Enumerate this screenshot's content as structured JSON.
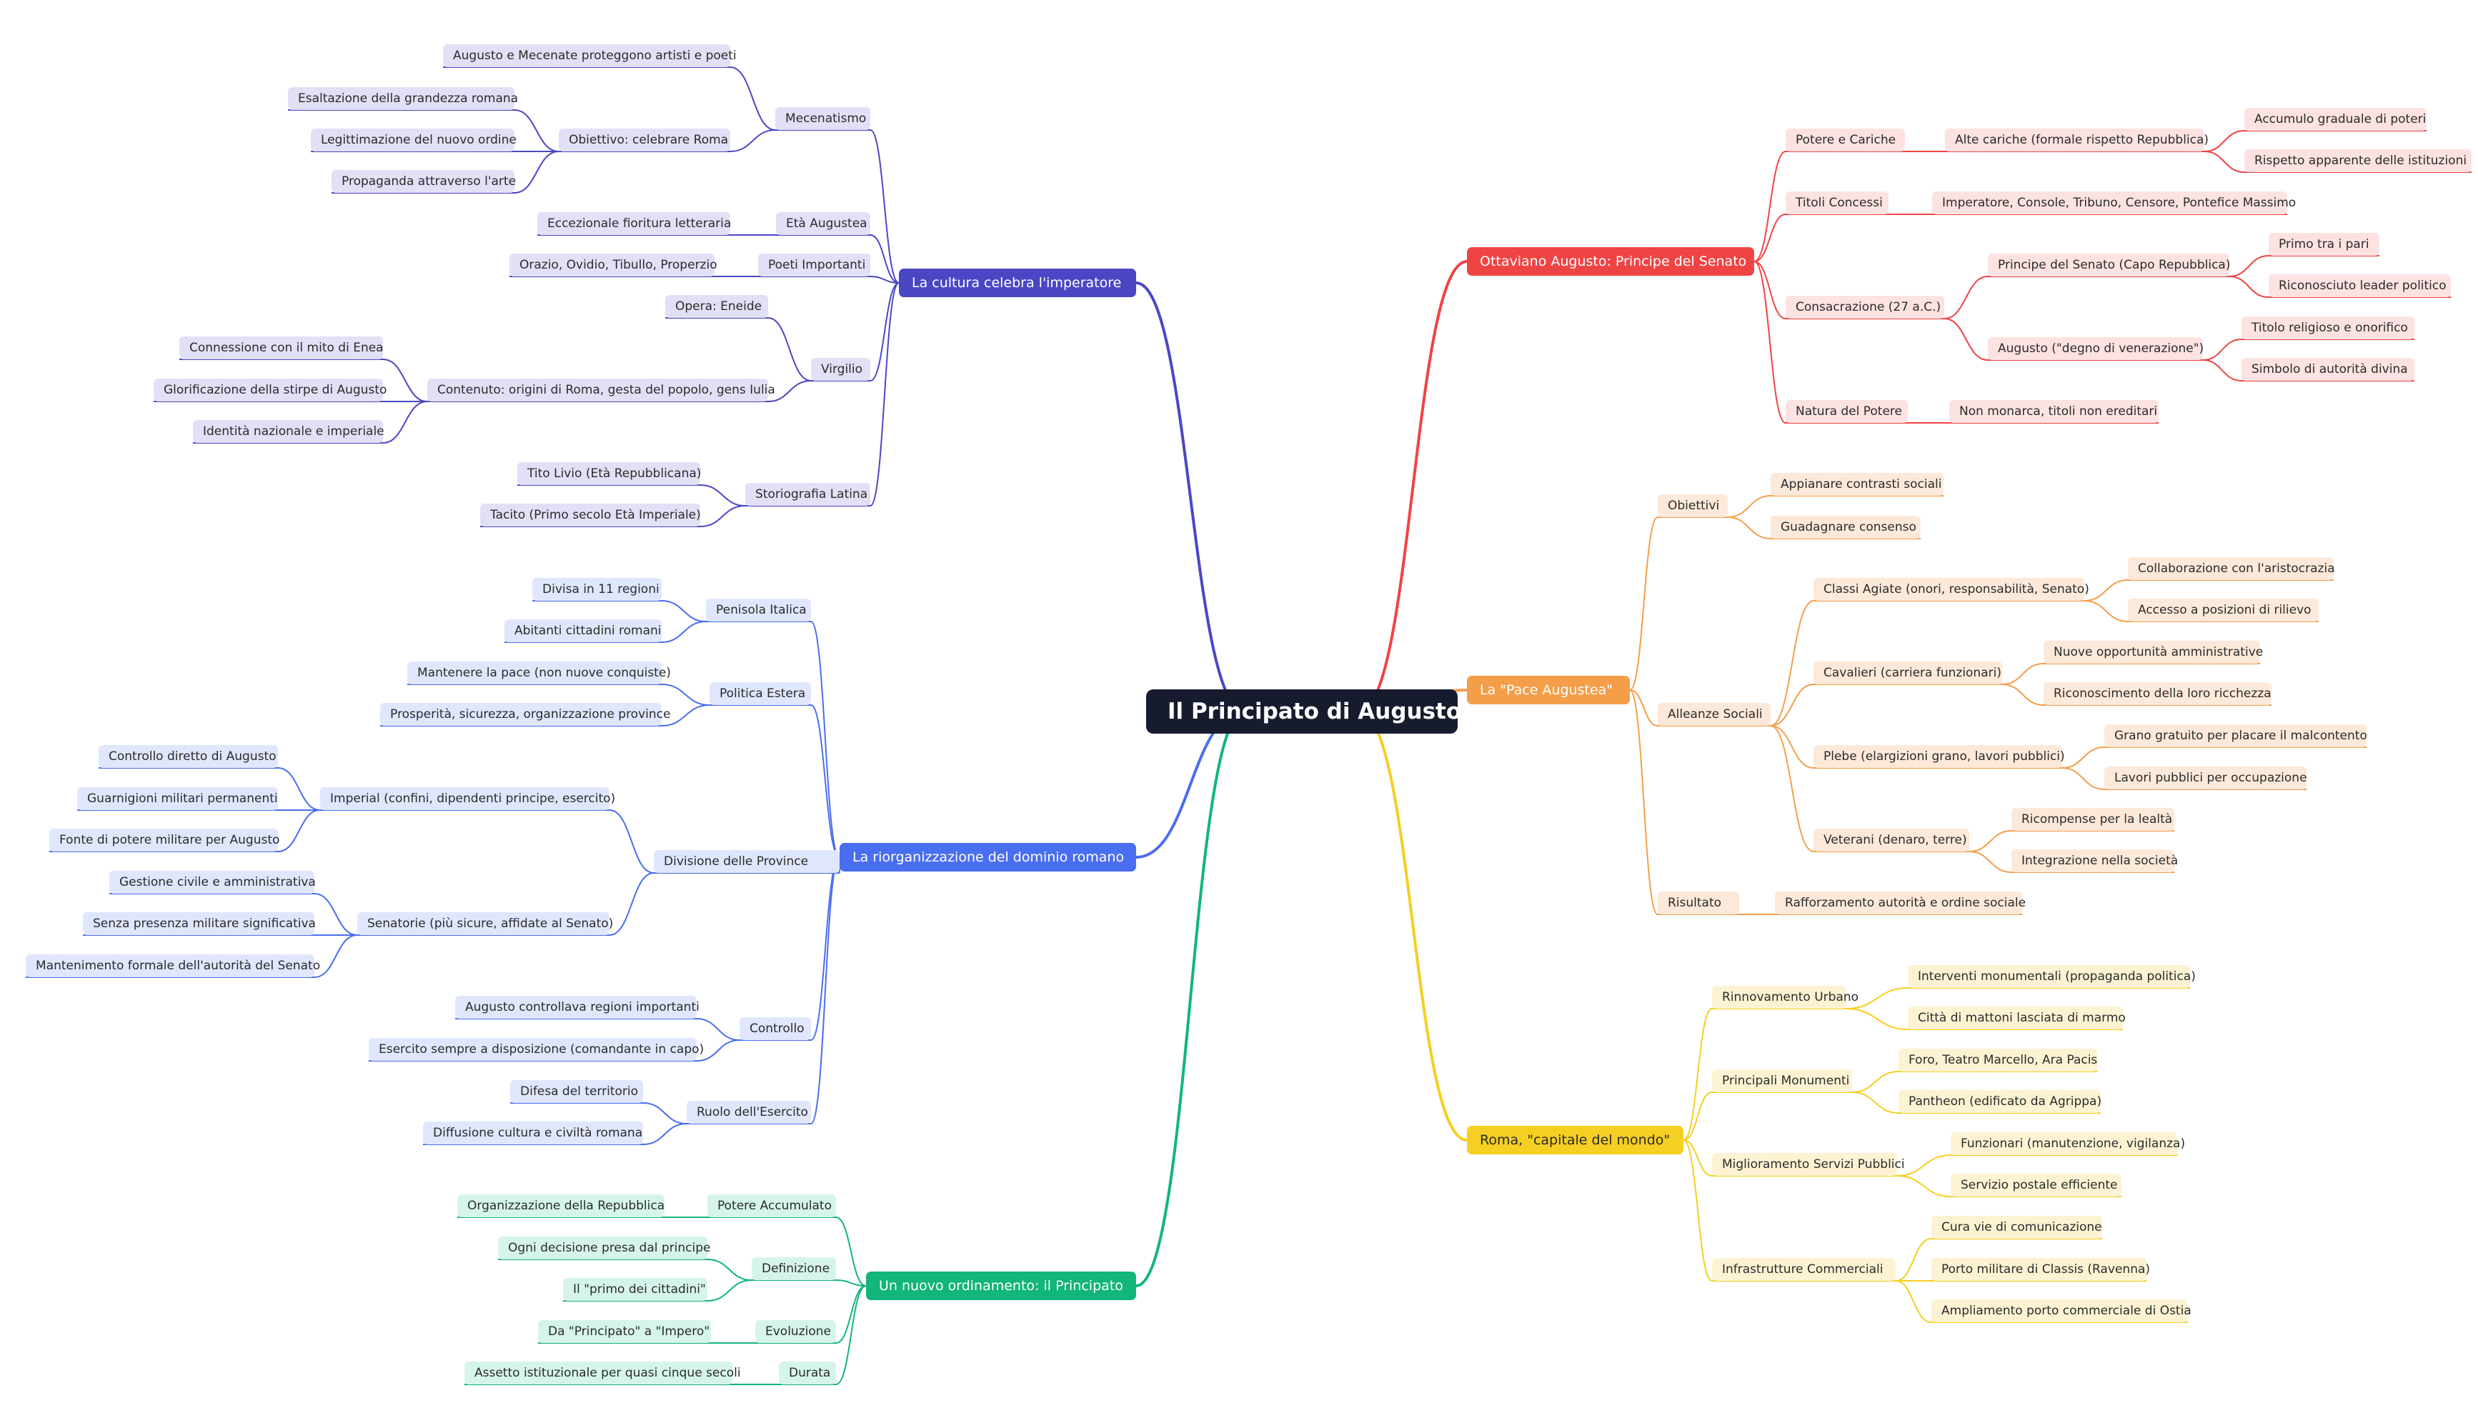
{
  "colors": {
    "root": "#161b2e",
    "red": "#ef4444",
    "red_light": "#fde2e2",
    "orange": "#f59e4a",
    "orange_light": "#fde9d9",
    "yellow": "#f5cf22",
    "yellow_light": "#fdf3d3",
    "indigo": "#4b47c4",
    "indigo_light": "#e2e0f6",
    "blue": "#4a6ef0",
    "blue_light": "#e0e7fd",
    "green": "#12b57a",
    "green_light": "#d6f5e9"
  },
  "root": {
    "label": "Il Principato di Augusto"
  },
  "branches": [
    {
      "label": "Ottaviano Augusto: Principe del Senato",
      "color": "red",
      "side": "right",
      "children": [
        {
          "label": "Potere e Cariche",
          "children": [
            {
              "label": "Alte cariche (formale rispetto Repubblica)",
              "children": [
                {
                  "label": "Accumulo graduale di poteri"
                },
                {
                  "label": "Rispetto apparente delle istituzioni"
                }
              ]
            }
          ]
        },
        {
          "label": "Titoli Concessi",
          "children": [
            {
              "label": "Imperatore, Console, Tribuno, Censore, Pontefice Massimo"
            }
          ]
        },
        {
          "label": "Consacrazione (27 a.C.)",
          "children": [
            {
              "label": "Principe del Senato (Capo Repubblica)",
              "children": [
                {
                  "label": "Primo tra i pari"
                },
                {
                  "label": "Riconosciuto leader politico"
                }
              ]
            },
            {
              "label": "Augusto (\"degno di venerazione\")",
              "children": [
                {
                  "label": "Titolo religioso e onorifico"
                },
                {
                  "label": "Simbolo di autorità divina"
                }
              ]
            }
          ]
        },
        {
          "label": "Natura del Potere",
          "children": [
            {
              "label": "Non monarca, titoli non ereditari"
            }
          ]
        }
      ]
    },
    {
      "label": "La \"Pace Augustea\"",
      "color": "orange",
      "side": "right",
      "children": [
        {
          "label": "Obiettivi",
          "children": [
            {
              "label": "Appianare contrasti sociali"
            },
            {
              "label": "Guadagnare consenso"
            }
          ]
        },
        {
          "label": "Alleanze Sociali",
          "children": [
            {
              "label": "Classi Agiate (onori, responsabilità, Senato)",
              "children": [
                {
                  "label": "Collaborazione con l'aristocrazia"
                },
                {
                  "label": "Accesso a posizioni di rilievo"
                }
              ]
            },
            {
              "label": "Cavalieri (carriera funzionari)",
              "children": [
                {
                  "label": "Nuove opportunità amministrative"
                },
                {
                  "label": "Riconoscimento della loro ricchezza"
                }
              ]
            },
            {
              "label": "Plebe (elargizioni grano, lavori pubblici)",
              "children": [
                {
                  "label": "Grano gratuito per placare il malcontento"
                },
                {
                  "label": "Lavori pubblici per occupazione"
                }
              ]
            },
            {
              "label": "Veterani (denaro, terre)",
              "children": [
                {
                  "label": "Ricompense per la lealtà"
                },
                {
                  "label": "Integrazione nella società"
                }
              ]
            }
          ]
        },
        {
          "label": "Risultato",
          "children": [
            {
              "label": "Rafforzamento autorità e ordine sociale"
            }
          ]
        }
      ]
    },
    {
      "label": "Roma, \"capitale del mondo\"",
      "color": "yellow",
      "side": "right",
      "children": [
        {
          "label": "Rinnovamento Urbano",
          "children": [
            {
              "label": "Interventi monumentali (propaganda politica)"
            },
            {
              "label": "Città di mattoni lasciata di marmo"
            }
          ]
        },
        {
          "label": "Principali Monumenti",
          "children": [
            {
              "label": "Foro, Teatro Marcello, Ara Pacis"
            },
            {
              "label": "Pantheon (edificato da Agrippa)"
            }
          ]
        },
        {
          "label": "Miglioramento Servizi Pubblici",
          "children": [
            {
              "label": "Funzionari (manutenzione, vigilanza)"
            },
            {
              "label": "Servizio postale efficiente"
            }
          ]
        },
        {
          "label": "Infrastrutture Commerciali",
          "children": [
            {
              "label": "Cura vie di comunicazione"
            },
            {
              "label": "Porto militare di Classis (Ravenna)"
            },
            {
              "label": "Ampliamento porto commerciale di Ostia"
            }
          ]
        }
      ]
    },
    {
      "label": "La cultura celebra l'imperatore",
      "color": "indigo",
      "side": "left",
      "children": [
        {
          "label": "Mecenatismo",
          "children": [
            {
              "label": "Augusto e Mecenate proteggono artisti e poeti"
            },
            {
              "label": "Obiettivo: celebrare Roma",
              "children": [
                {
                  "label": "Esaltazione della grandezza romana"
                },
                {
                  "label": "Legittimazione del nuovo ordine"
                },
                {
                  "label": "Propaganda attraverso l'arte"
                }
              ]
            }
          ]
        },
        {
          "label": "Età Augustea",
          "children": [
            {
              "label": "Eccezionale fioritura letteraria"
            }
          ]
        },
        {
          "label": "Poeti Importanti",
          "children": [
            {
              "label": "Orazio, Ovidio, Tibullo, Properzio"
            }
          ]
        },
        {
          "label": "Virgilio",
          "children": [
            {
              "label": "Opera: Eneide"
            },
            {
              "label": "Contenuto: origini di Roma, gesta del popolo, gens Iulia",
              "children": [
                {
                  "label": "Connessione con il mito di Enea"
                },
                {
                  "label": "Glorificazione della stirpe di Augusto"
                },
                {
                  "label": "Identità nazionale e imperiale"
                }
              ]
            }
          ]
        },
        {
          "label": "Storiografia Latina",
          "children": [
            {
              "label": "Tito Livio (Età Repubblicana)"
            },
            {
              "label": "Tacito (Primo secolo Età Imperiale)"
            }
          ]
        }
      ]
    },
    {
      "label": "La riorganizzazione del dominio romano",
      "color": "blue",
      "side": "left",
      "children": [
        {
          "label": "Penisola Italica",
          "children": [
            {
              "label": "Divisa in 11 regioni"
            },
            {
              "label": "Abitanti cittadini romani"
            }
          ]
        },
        {
          "label": "Politica Estera",
          "children": [
            {
              "label": "Mantenere la pace (non nuove conquiste)"
            },
            {
              "label": "Prosperità, sicurezza, organizzazione province"
            }
          ]
        },
        {
          "label": "Divisione delle Province",
          "children": [
            {
              "label": "Imperial (confini, dipendenti principe, esercito)",
              "children": [
                {
                  "label": "Controllo diretto di Augusto"
                },
                {
                  "label": "Guarnigioni militari permanenti"
                },
                {
                  "label": "Fonte di potere militare per Augusto"
                }
              ]
            },
            {
              "label": "Senatorie (più sicure, affidate al Senato)",
              "children": [
                {
                  "label": "Gestione civile e amministrativa"
                },
                {
                  "label": "Senza presenza militare significativa"
                },
                {
                  "label": "Mantenimento formale dell'autorità del Senato"
                }
              ]
            }
          ]
        },
        {
          "label": "Controllo",
          "children": [
            {
              "label": "Augusto controllava regioni importanti"
            },
            {
              "label": "Esercito sempre a disposizione (comandante in capo)"
            }
          ]
        },
        {
          "label": "Ruolo dell'Esercito",
          "children": [
            {
              "label": "Difesa del territorio"
            },
            {
              "label": "Diffusione cultura e civiltà romana"
            }
          ]
        }
      ]
    },
    {
      "label": "Un nuovo ordinamento: il Principato",
      "color": "green",
      "side": "left",
      "children": [
        {
          "label": "Potere Accumulato",
          "children": [
            {
              "label": "Organizzazione della Repubblica"
            }
          ]
        },
        {
          "label": "Definizione",
          "children": [
            {
              "label": "Ogni decisione presa dal principe"
            },
            {
              "label": "Il \"primo dei cittadini\""
            }
          ]
        },
        {
          "label": "Evoluzione",
          "children": [
            {
              "label": "Da \"Principato\" a \"Impero\""
            }
          ]
        },
        {
          "label": "Durata",
          "children": [
            {
              "label": "Assetto istituzionale per quasi cinque secoli"
            }
          ]
        }
      ]
    }
  ]
}
